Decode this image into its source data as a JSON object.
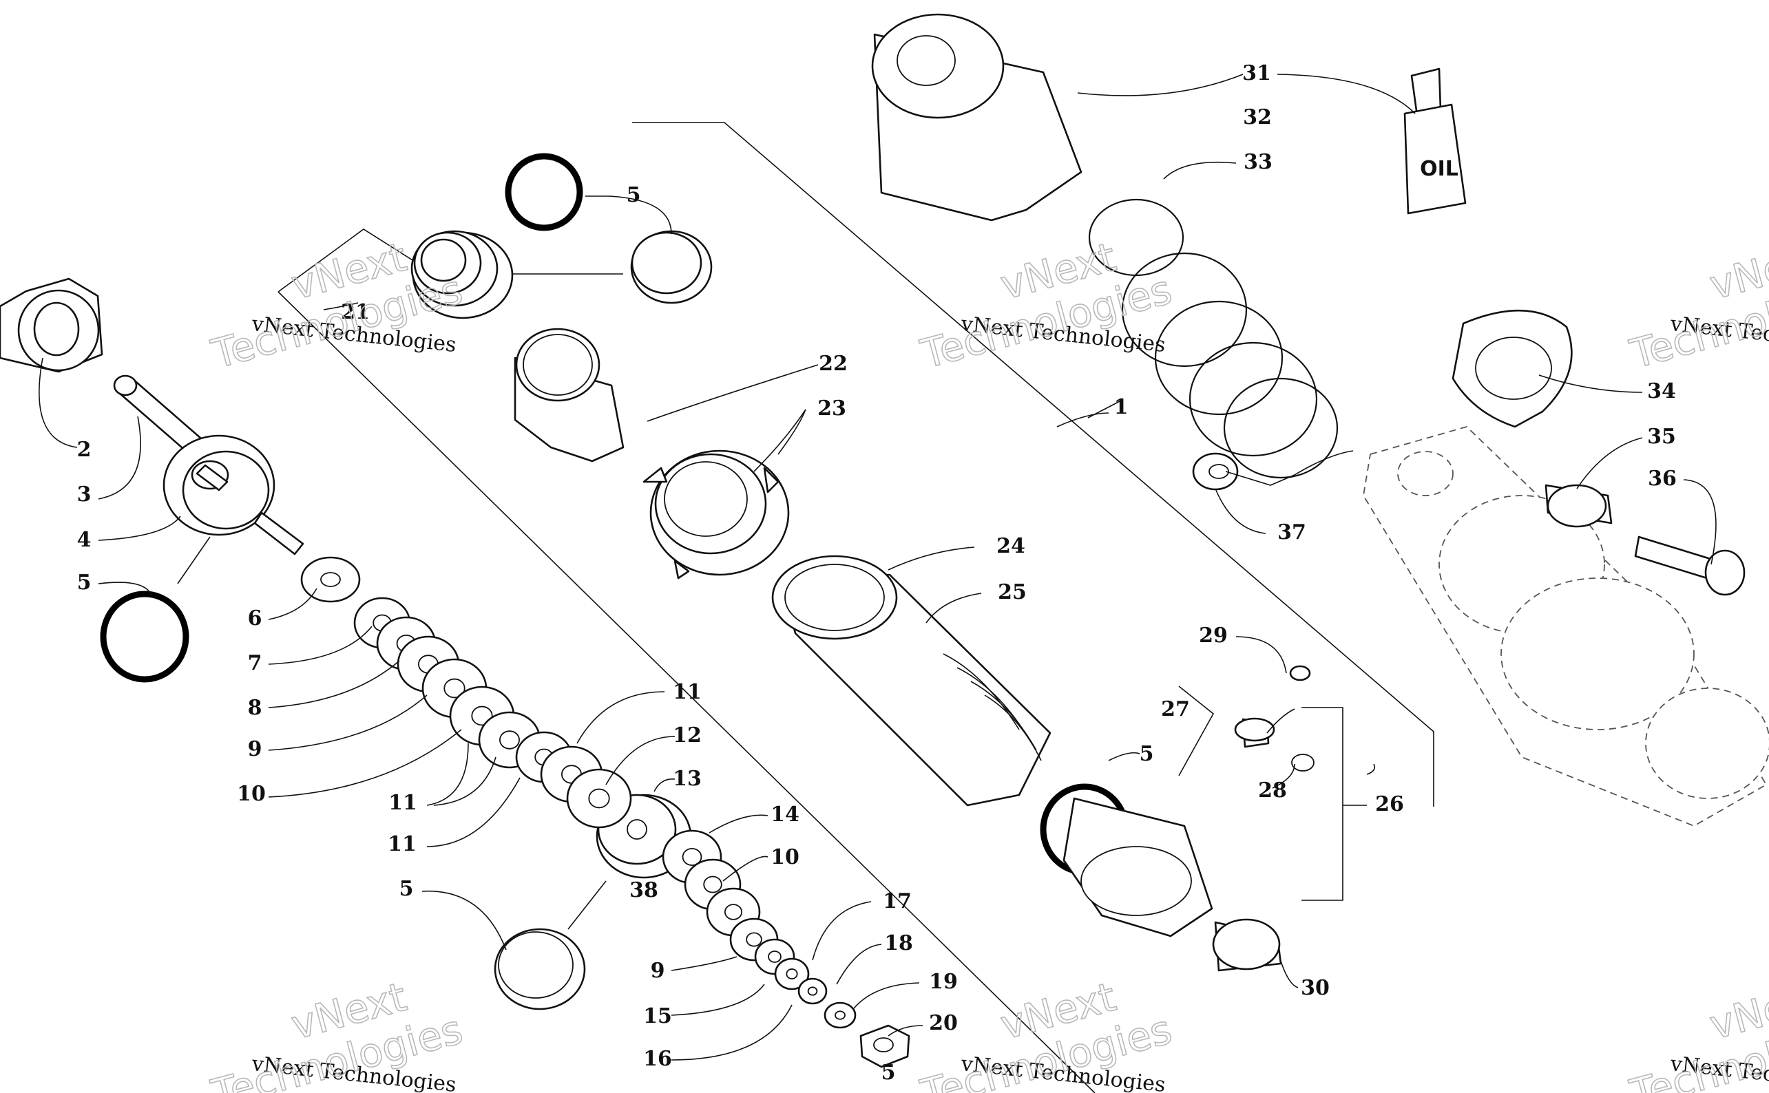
{
  "diagram": {
    "callouts": [
      "1",
      "2",
      "3",
      "4",
      "5",
      "5",
      "5",
      "5",
      "6",
      "7",
      "8",
      "9",
      "10",
      "11",
      "11",
      "11",
      "12",
      "13",
      "14",
      "10",
      "9",
      "15",
      "16",
      "17",
      "18",
      "19",
      "20",
      "21",
      "22",
      "23",
      "24",
      "25",
      "26",
      "27",
      "28",
      "29",
      "30",
      "31",
      "32",
      "33",
      "34",
      "35",
      "36",
      "37",
      "38",
      "5"
    ],
    "oil_label": "OIL",
    "watermark": {
      "company": "vNext Technologies",
      "overlay_top": "vNext",
      "overlay_bottom": "Technologies"
    }
  }
}
